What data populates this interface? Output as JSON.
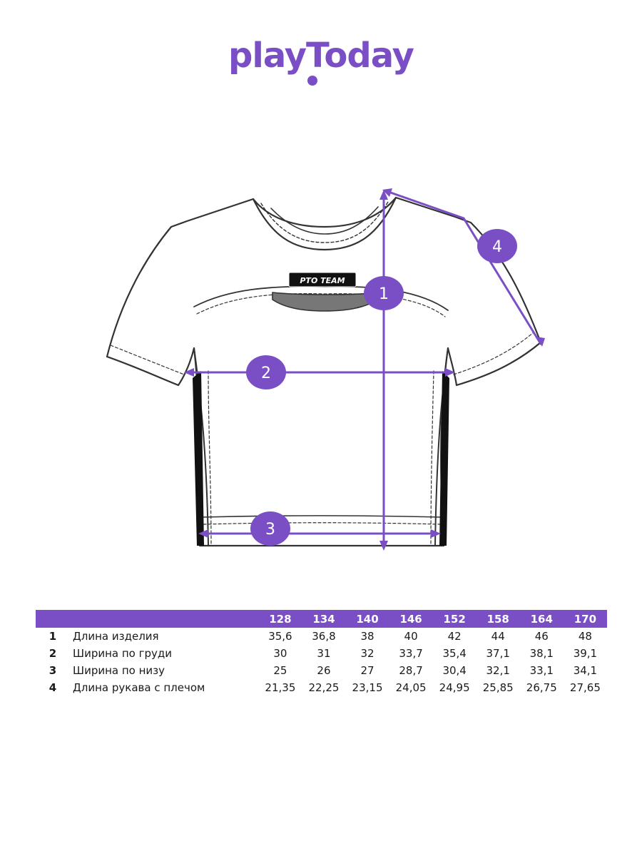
{
  "brand": {
    "name": "playToday",
    "color": "#7a4fc6"
  },
  "garment": {
    "print_label": "PTO TEAM"
  },
  "measurements": [
    "1",
    "2",
    "3",
    "4"
  ],
  "table": {
    "sizes": [
      "128",
      "134",
      "140",
      "146",
      "152",
      "158",
      "164",
      "170"
    ],
    "rows": [
      {
        "num": "1",
        "label": "Длина изделия",
        "values": [
          "35,6",
          "36,8",
          "38",
          "40",
          "42",
          "44",
          "46",
          "48"
        ]
      },
      {
        "num": "2",
        "label": "Ширина по груди",
        "values": [
          "30",
          "31",
          "32",
          "33,7",
          "35,4",
          "37,1",
          "38,1",
          "39,1"
        ]
      },
      {
        "num": "3",
        "label": "Ширина по низу",
        "values": [
          "25",
          "26",
          "27",
          "28,7",
          "30,4",
          "32,1",
          "33,1",
          "34,1"
        ]
      },
      {
        "num": "4",
        "label": "Длина рукава с плечом",
        "values": [
          "21,35",
          "22,25",
          "23,15",
          "24,05",
          "24,95",
          "25,85",
          "26,75",
          "27,65"
        ]
      }
    ]
  }
}
